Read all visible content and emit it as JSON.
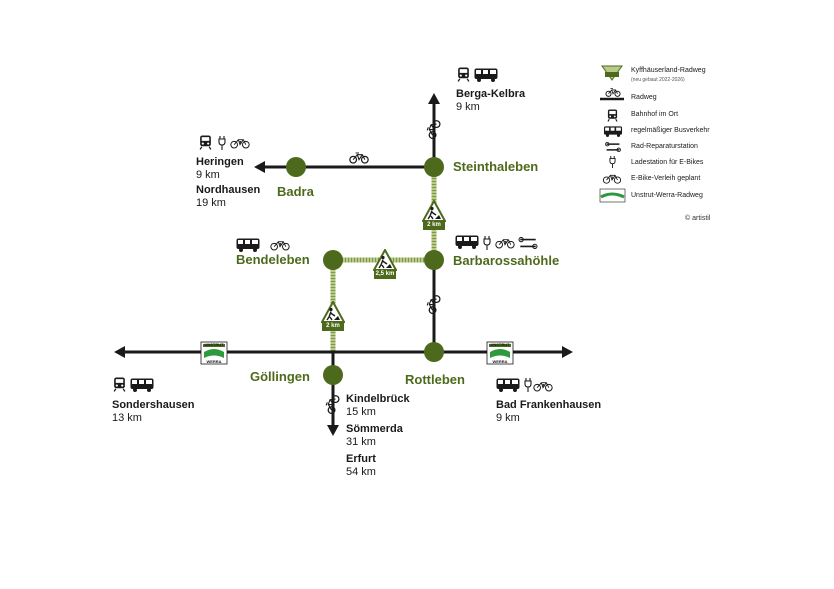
{
  "places": {
    "steinthaleben": "Steinthaleben",
    "badra": "Badra",
    "bendeleben": "Bendeleben",
    "barbarossahoehle": "Barbarossahöhle",
    "goellingen": "Göllingen",
    "rottleben": "Rottleben"
  },
  "destinations": {
    "berga": {
      "name": "Berga-Kelbra",
      "dist": "9 km"
    },
    "heringen": {
      "name": "Heringen",
      "dist": "9 km"
    },
    "nordhausen": {
      "name": "Nordhausen",
      "dist": "19 km"
    },
    "sondershausen": {
      "name": "Sondershausen",
      "dist": "13 km"
    },
    "kindelbrueck": {
      "name": "Kindelbrück",
      "dist": "15 km"
    },
    "soemmerda": {
      "name": "Sömmerda",
      "dist": "31 km"
    },
    "erfurt": {
      "name": "Erfurt",
      "dist": "54 km"
    },
    "badfrankenhausen": {
      "name": "Bad Frankenhausen",
      "dist": "9 km"
    }
  },
  "construction_signs": {
    "steinthaleben_barbarossa": "2 km",
    "bendeleben_barbarossa": "2,5 km",
    "bendeleben_goellingen": "2 km"
  },
  "unstrut_sign": {
    "top": "UNSTRUT",
    "bottom": "WERRA"
  },
  "legend": {
    "kyffhaeuser": "Kyffhäuserland-Radweg",
    "kyffhaeuser_note": "(neu gebaut 2022-2026)",
    "radweg": "Radweg",
    "bahnhof": "Bahnhof im Ort",
    "bus": "regelmäßiger Busverkehr",
    "repair": "Rad-Reparaturstation",
    "charging": "Ladestation für E-Bikes",
    "ebike": "E-Bike-Verleih geplant",
    "unstrut": "Unstrut-Werra-Radweg"
  },
  "credit": "© artistil",
  "colors": {
    "node": "#4d6a1c",
    "kyffhaeuser_path": "#b8c98a",
    "line": "#1a1a1a",
    "unstrut_green": "#2e9a3e"
  },
  "icons": [
    "train-icon",
    "bus-icon",
    "bicycle-icon",
    "charging-plug-icon",
    "ebike-icon",
    "repair-tools-icon",
    "construction-sign-icon",
    "arrow-icon"
  ]
}
